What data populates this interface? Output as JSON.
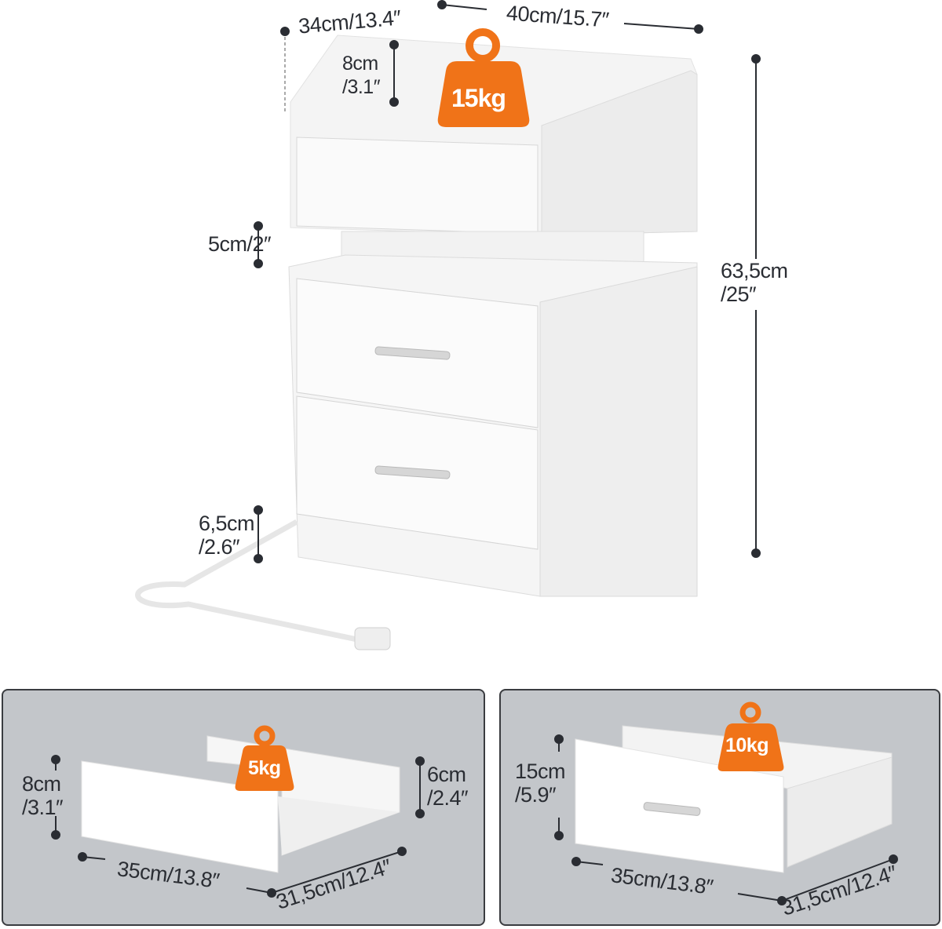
{
  "product": "nightstand with charging top and drawers",
  "colors": {
    "accent": "#f07318",
    "panel_bg": "#c3c6ca",
    "dim_line": "#2a2d33",
    "furniture": "#ffffff"
  },
  "main": {
    "depth": "34cm/13.4″",
    "width": "40cm/15.7″",
    "top_tray_height_cm": "8cm",
    "top_tray_height_in": "/3.1″",
    "top_weight": "15kg",
    "gap_height": "5cm/2″",
    "total_height_cm": "63,5cm",
    "total_height_in": "/25″",
    "base_height_cm": "6,5cm",
    "base_height_in": "/2.6″"
  },
  "panels": [
    {
      "name": "top-drawer",
      "weight": "5kg",
      "height_cm": "8cm",
      "height_in": "/3.1″",
      "inner_height_cm": "6cm",
      "inner_height_in": "/2.4″",
      "width": "35cm/13.8″",
      "depth": "31,5cm/12.4″"
    },
    {
      "name": "lower-drawer",
      "weight": "10kg",
      "height_cm": "15cm",
      "height_in": "/5.9″",
      "width": "35cm/13.8″",
      "depth": "31,5cm/12.4″"
    }
  ]
}
